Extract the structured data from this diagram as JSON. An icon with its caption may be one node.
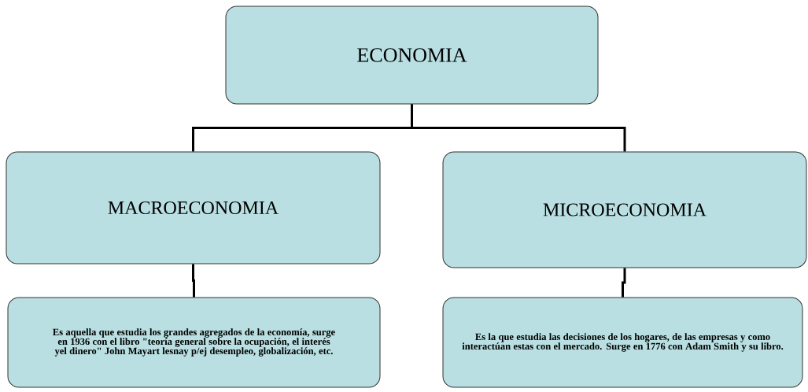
{
  "diagram": {
    "nodes": [
      {
        "text": [
          "ECONOMIA"
        ]
      },
      {
        "text": [
          "MACROECONOMIA"
        ]
      },
      {
        "text": [
          "MICROECONOMIA"
        ]
      },
      {
        "text": [
          "Es aquella que estudia los grandes agregados de la economía, surge en 1936 con el libro \"teoría general sobre la ocupación, el interés yel dinero\" John Mayart lesnay p/ej desempleo, globalización, etc."
        ]
      },
      {
        "text": [
          "Es la que estudia las decisiones de los hogares, de las empresas y como interactúan estas con el mercado. Surge en 1776 con Adam Smith y su libro."
        ]
      }
    ],
    "edges": [
      {
        "from": 0,
        "to": 1,
        "arrow": "none"
      },
      {
        "from": 0,
        "to": 2,
        "arrow": "none"
      },
      {
        "from": 1,
        "to": 3,
        "arrow": "none"
      },
      {
        "from": 2,
        "to": 4,
        "arrow": "none"
      }
    ]
  }
}
